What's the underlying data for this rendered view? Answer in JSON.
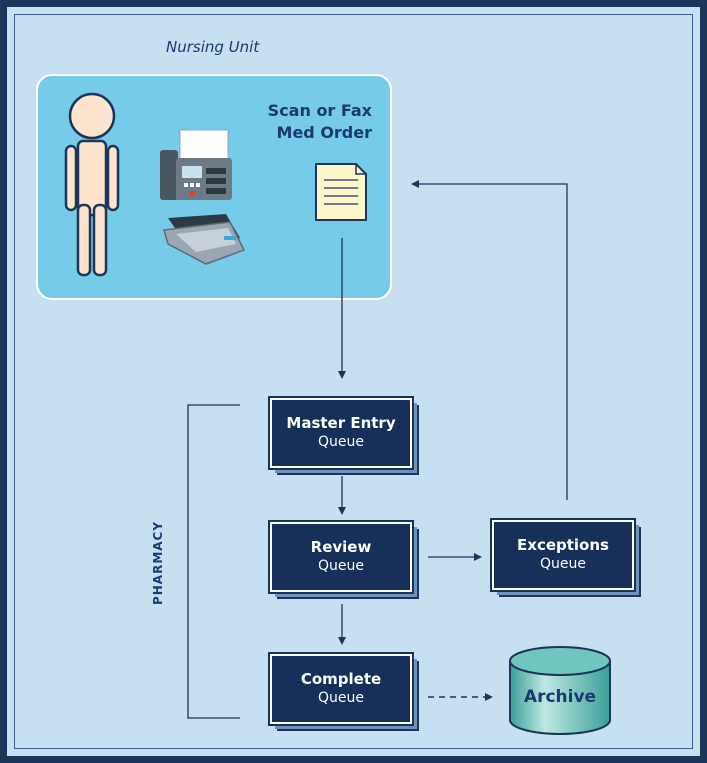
{
  "nursing_unit": {
    "label": "Nursing Unit",
    "action_label": "Scan or Fax\nMed Order"
  },
  "pharmacy": {
    "label": "PHARMACY"
  },
  "queues": {
    "master_entry": {
      "title": "Master Entry",
      "sub": "Queue"
    },
    "review": {
      "title": "Review",
      "sub": "Queue"
    },
    "complete": {
      "title": "Complete",
      "sub": "Queue"
    },
    "exceptions": {
      "title": "Exceptions",
      "sub": "Queue"
    }
  },
  "archive": {
    "label": "Archive"
  },
  "colors": {
    "background": "#c6e0f2",
    "frame": "#1c3558",
    "nursing_box": "#76cbe9",
    "queue_fill": "#17305a",
    "text_dark": "#1a3a72"
  },
  "icons": [
    "person-icon",
    "fax-machine-icon",
    "scanner-icon",
    "document-icon",
    "database-icon"
  ]
}
